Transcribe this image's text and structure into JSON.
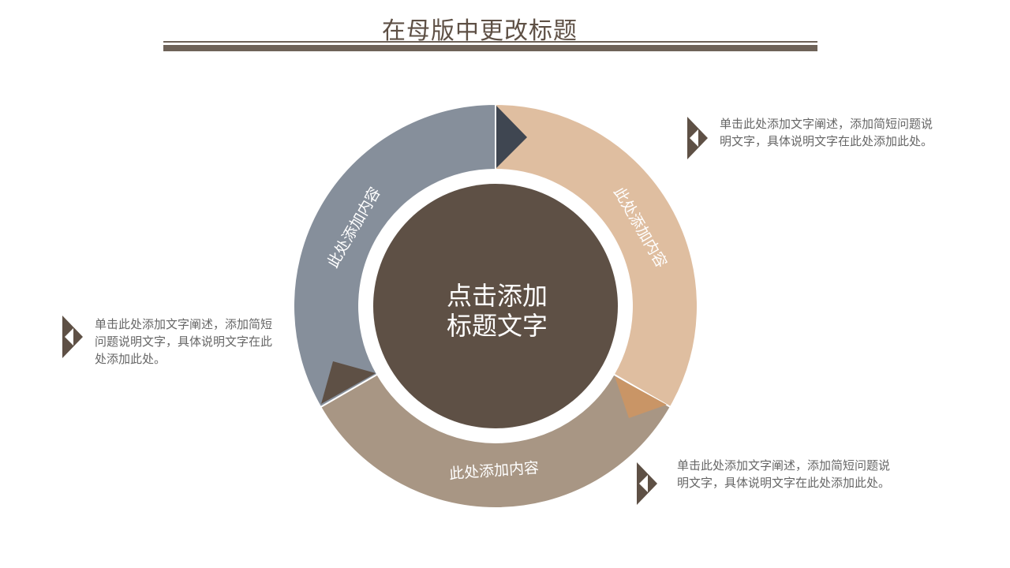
{
  "title": "在母版中更改标题",
  "center": {
    "line1": "点击添加",
    "line2": "标题文字"
  },
  "segments": [
    {
      "label": "此处添加内容",
      "color": "#DFBEA0",
      "arrow_color": "#3F4651"
    },
    {
      "label": "此处添加内容",
      "color": "#A89684",
      "arrow_color": "#C99566"
    },
    {
      "label": "此处添加内容",
      "color": "#868F9B",
      "arrow_color": "#5E5045"
    }
  ],
  "descriptions": [
    {
      "text": "单击此处添加文字阐述，添加简短问题说明文字，具体说明文字在此处添加此处。"
    },
    {
      "text": "单击此处添加文字阐述，添加简短问题说明文字，具体说明文字在此处添加此处。"
    },
    {
      "text": "单击此处添加文字阐述，添加简短问题说明文字，具体说明文字在此处添加此处。"
    }
  ],
  "colors": {
    "accent": "#5E5045",
    "center": "#5E5045"
  }
}
